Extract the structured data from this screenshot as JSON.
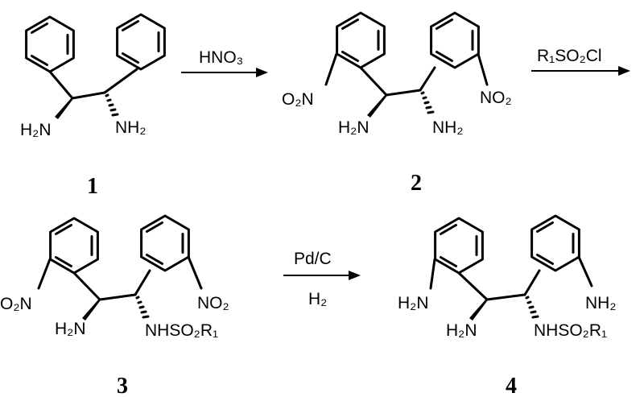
{
  "compounds": [
    {
      "number": "1",
      "labels": {
        "left_amine": "H₂N",
        "right_amine": "NH₂"
      }
    },
    {
      "number": "2",
      "labels": {
        "left_nitro": "O₂N",
        "right_nitro": "NO₂",
        "left_amine": "H₂N",
        "right_amine": "NH₂"
      }
    },
    {
      "number": "3",
      "labels": {
        "left_nitro": "O₂N",
        "right_nitro": "NO₂",
        "left_amine": "H₂N",
        "right_sulfonamide": "NHSO₂R₁"
      }
    },
    {
      "number": "4",
      "labels": {
        "left_aryl_amine": "H₂N",
        "right_aryl_amine": "NH₂",
        "left_amine": "H₂N",
        "right_sulfonamide": "NHSO₂R₁"
      }
    }
  ],
  "reactions": [
    {
      "reagent_top": "HNO₃",
      "reagent_bottom": ""
    },
    {
      "reagent_top": "R₁SO₂Cl",
      "reagent_bottom": ""
    },
    {
      "reagent_top": "Pd/C",
      "reagent_bottom": "H₂"
    }
  ]
}
